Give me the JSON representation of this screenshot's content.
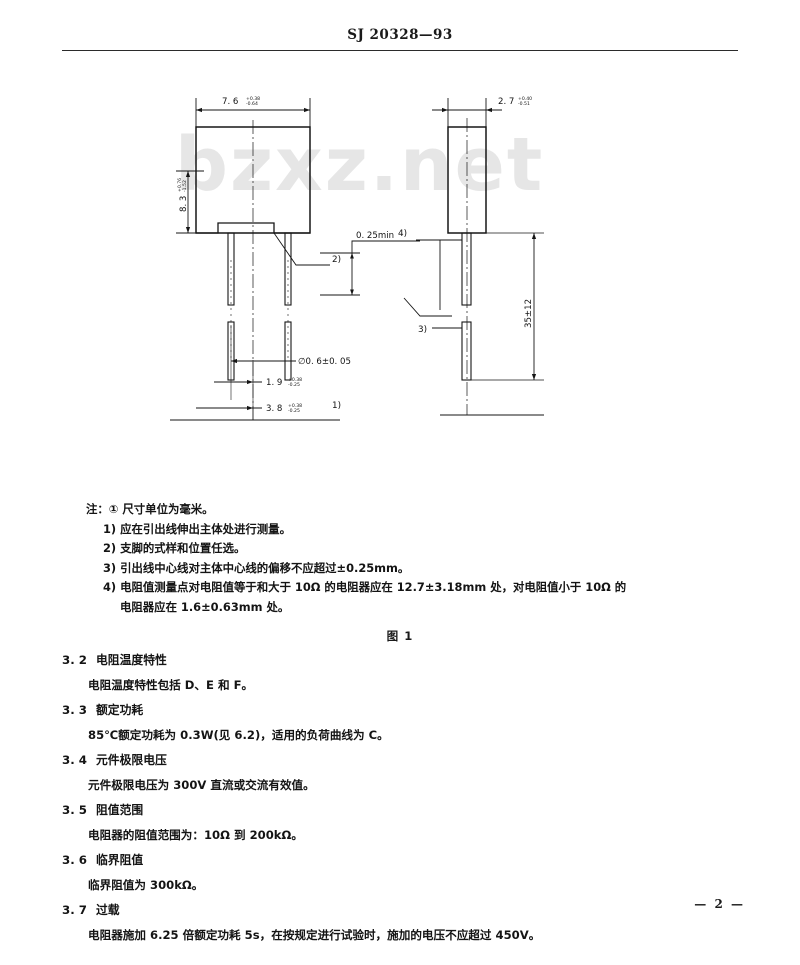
{
  "document": {
    "header_title": "SJ 20328—93",
    "page_number": "— 2 —"
  },
  "figure": {
    "caption": "图 1",
    "watermark": "bzxz.net",
    "dimensions": {
      "body_width": "7. 6",
      "body_width_tol_up": "+0.38",
      "body_width_tol_dn": "-0.64",
      "body_height": "8. 3",
      "body_height_tol_up": "+0.76",
      "body_height_tol_dn": "-1.52",
      "side_width": "2. 7",
      "side_width_tol_up": "+0.40",
      "side_width_tol_dn": "-0.51",
      "lead_length": "35±12",
      "standoff_min": "0. 25min",
      "lead_dia": "∅0. 6±0. 05",
      "pitch_inner": "1. 9",
      "pitch_inner_tol_up": "+0.38",
      "pitch_inner_tol_dn": "-0.25",
      "pitch_outer": "3. 8",
      "pitch_outer_tol_up": "+0.38",
      "pitch_outer_tol_dn": "-0.25"
    },
    "leaders": {
      "l1": "1)",
      "l2": "2)",
      "l3": "3)",
      "l4": "4)"
    }
  },
  "notes": {
    "head": "注：① 尺寸单位为毫米。",
    "items": [
      "1) 应在引出线伸出主体处进行测量。",
      "2) 支脚的式样和位置任选。",
      "3) 引出线中心线对主体中心线的偏移不应超过±0.25mm。",
      "4) 电阻值测量点对电阻值等于和大于 10Ω 的电阻器应在 12.7±3.18mm 处，对电阻值小于 10Ω 的"
    ],
    "item4_cont": "电阻器应在 1.6±0.63mm 处。"
  },
  "clauses": [
    {
      "number": "3. 2",
      "title": "电阻温度特性",
      "body": "电阻温度特性包括 D、E 和 F。"
    },
    {
      "number": "3. 3",
      "title": "额定功耗",
      "body": "85℃额定功耗为 0.3W(见 6.2)，适用的负荷曲线为 C。"
    },
    {
      "number": "3. 4",
      "title": "元件极限电压",
      "body": "元件极限电压为 300V 直流或交流有效值。"
    },
    {
      "number": "3. 5",
      "title": "阻值范围",
      "body": "电阻器的阻值范围为：10Ω 到 200kΩ。"
    },
    {
      "number": "3. 6",
      "title": "临界阻值",
      "body": "临界阻值为 300kΩ。"
    },
    {
      "number": "3. 7",
      "title": "过载",
      "body": "电阻器施加 6.25 倍额定功耗 5s，在按规定进行试验时，施加的电压不应超过 450V。"
    }
  ]
}
